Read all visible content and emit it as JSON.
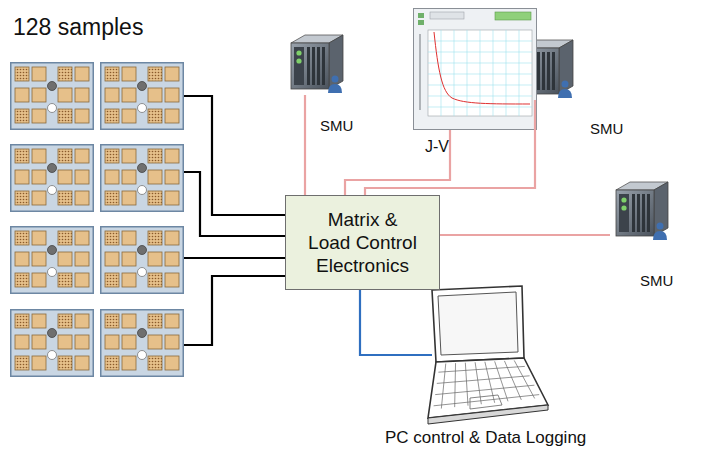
{
  "diagram": {
    "nodes": [
      {
        "text": [
          "SMU"
        ]
      },
      {
        "text": [
          "J-V"
        ]
      },
      {
        "text": [
          "SMU"
        ]
      },
      {
        "text": [
          "Matrix & Load Control Electronics"
        ]
      },
      {
        "text": [
          "SMU"
        ]
      },
      {
        "text": [
          "PC control & Data Logging"
        ]
      }
    ],
    "edges": [
      {
        "from": 0,
        "to": 3,
        "arrow": "none"
      },
      {
        "from": 1,
        "to": 3,
        "arrow": "none"
      },
      {
        "from": 2,
        "to": 3,
        "arrow": "none"
      },
      {
        "from": 4,
        "to": 3,
        "arrow": "none"
      },
      {
        "from": 3,
        "to": 5,
        "arrow": "none"
      }
    ],
    "labels": [
      "128 samples"
    ]
  }
}
